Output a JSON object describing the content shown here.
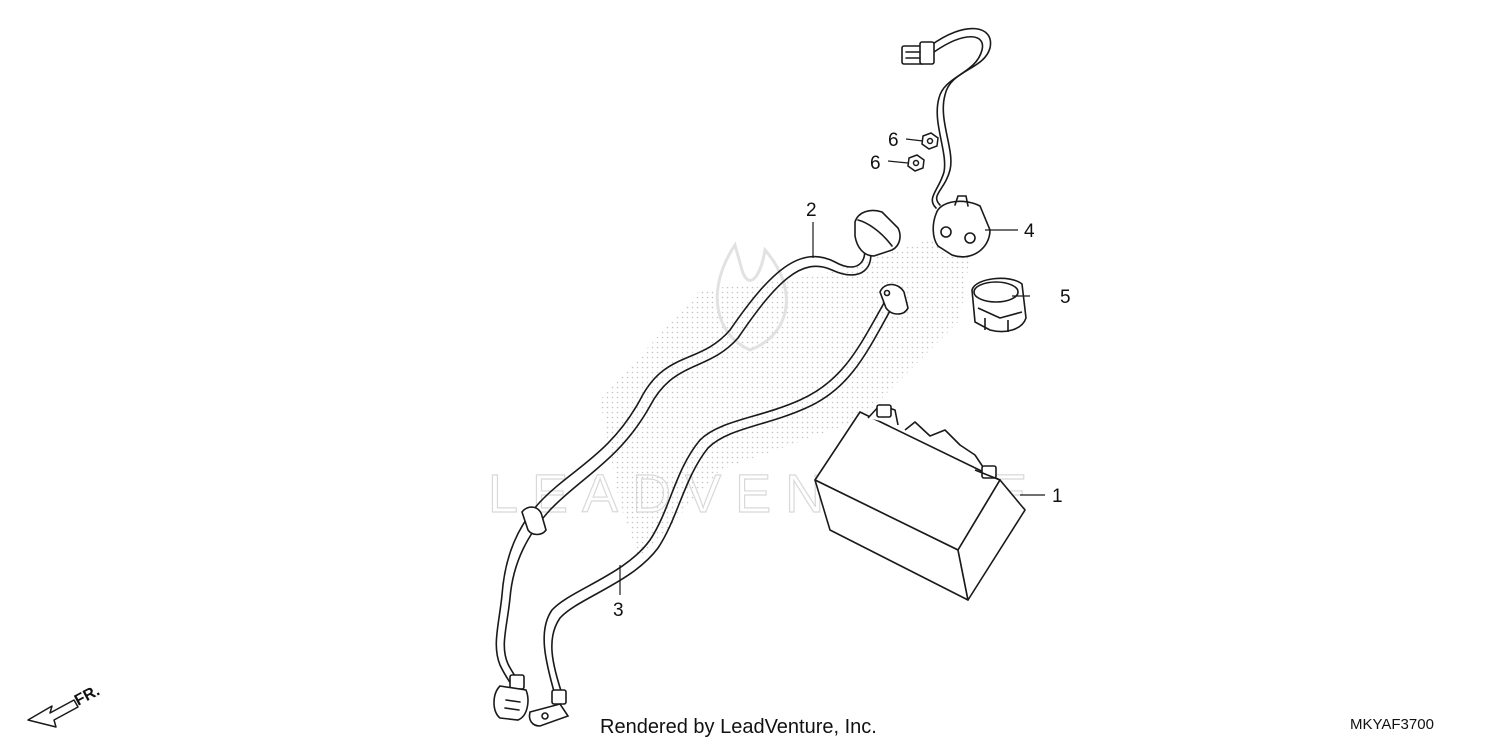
{
  "diagram": {
    "callouts": {
      "battery": "1",
      "positive_cable": "2",
      "negative_cable": "3",
      "starter_relay": "4",
      "relay_cover": "5",
      "nut_upper": "6",
      "nut_lower": "6"
    },
    "direction_label": "FR.",
    "watermark": "LEADVENTURE",
    "credit": "Rendered by LeadVenture, Inc.",
    "diagram_code": "MKYAF3700"
  },
  "colors": {
    "line": "#1a1a1a",
    "label": "#111111",
    "watermark": "#d9d9d9"
  }
}
